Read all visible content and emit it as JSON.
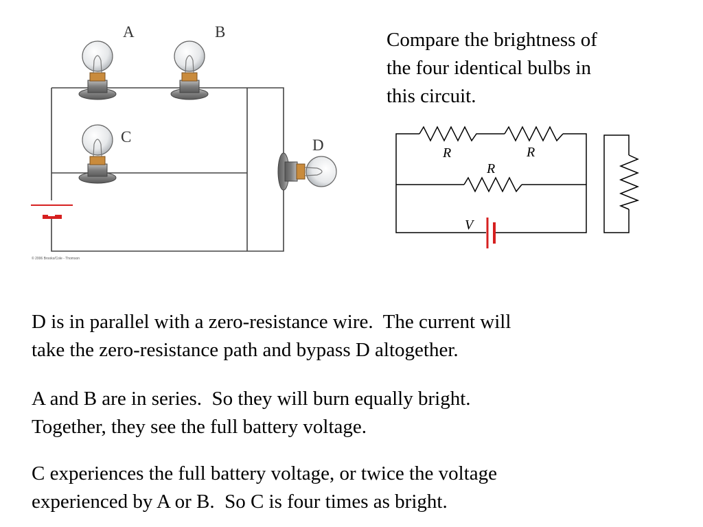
{
  "question": {
    "lines": [
      "Compare the brightness of",
      "the four identical bulbs in",
      "this circuit."
    ]
  },
  "bulb_circuit": {
    "labels": {
      "a": "A",
      "b": "B",
      "c": "C",
      "d": "D"
    },
    "copyright": "© 2006 Brooks/Cole - Thomson"
  },
  "resistor_circuit": {
    "r_top_left": "R",
    "r_top_right": "R",
    "r_middle": "R",
    "v_label": "V"
  },
  "explanations": [
    {
      "lines": [
        "D is in parallel with a zero-resistance wire.  The current will",
        "take the zero-resistance path and bypass D altogether."
      ]
    },
    {
      "lines": [
        "A and B are in series.  So they will burn equally bright.",
        "Together, they see the full battery voltage."
      ]
    },
    {
      "lines": [
        "C experiences the full battery voltage, or twice the voltage",
        "experienced by A or B.  So C is four times as bright."
      ]
    }
  ],
  "colors": {
    "battery_red": "#d62020",
    "wire": "#444444",
    "bulb_base": "#8a8a8a",
    "filament_brass": "#c98b3c"
  }
}
